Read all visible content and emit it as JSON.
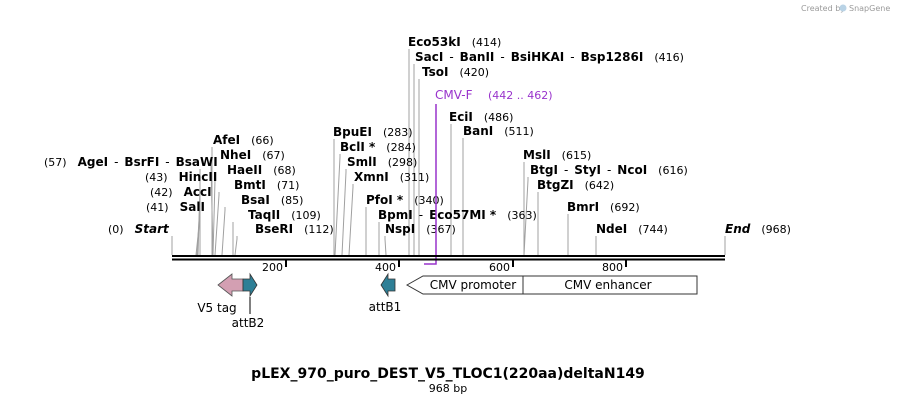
{
  "title": "pLEX_970_puro_DEST_V5_TLOC1(220aa)deltaN149",
  "length_label": "968 bp",
  "credit": "Created by",
  "credit_brand": "SnapGene",
  "colors": {
    "backbone": "#000000",
    "primer": "#9933cc",
    "v5_tag": "#d39fb2",
    "att": "#2e7f96",
    "leader": "#a0a0a0"
  },
  "ticks": [
    "200",
    "400",
    "600",
    "800"
  ],
  "enzyme_rows": [
    [
      {
        "name": "Eco53kI",
        "pos": "(414)"
      }
    ],
    [
      {
        "name": "SacI",
        "sep": ""
      },
      {
        "name": "BanII",
        "sep": "-"
      },
      {
        "name": "BsiHKAI",
        "sep": "-"
      },
      {
        "name": "Bsp1286I",
        "sep": "-",
        "pos": "(416)"
      }
    ],
    [
      {
        "name": "TsoI",
        "pos": "(420)"
      }
    ],
    [
      {
        "name": "EciI",
        "pos": "(486)"
      }
    ],
    [
      {
        "name": "BanI",
        "pos": "(511)"
      }
    ],
    [
      {
        "name": "AfeI",
        "pos": "(66)"
      }
    ],
    [
      {
        "name": "BpuEI",
        "pos": "(283)"
      }
    ],
    [
      {
        "name": "NheI",
        "pos": "(67)"
      }
    ],
    [
      {
        "name": "BclI *",
        "pos": "(284)"
      }
    ],
    [
      {
        "name": "MslI",
        "pos": "(615)"
      }
    ],
    [
      {
        "pre": "(57)",
        "name": "AgeI"
      },
      {
        "name": "BsrFI",
        "sep": "-"
      },
      {
        "name": "BsaWI",
        "sep": "-"
      }
    ],
    [
      {
        "name": "SmlI",
        "pos": "(298)"
      }
    ],
    [
      {
        "name": "HaeII",
        "pos": "(68)"
      }
    ],
    [
      {
        "name": "BtgI",
        "pos": ""
      },
      {
        "name": "StyI",
        "sep": "-"
      },
      {
        "name": "NcoI",
        "sep": "-",
        "pos": "(616)"
      }
    ],
    [
      {
        "pre": "(43)",
        "name": "HincII"
      }
    ],
    [
      {
        "name": "XmnI",
        "pos": "(311)"
      }
    ],
    [
      {
        "name": "BmtI",
        "pos": "(71)"
      }
    ],
    [
      {
        "name": "BtgZI",
        "pos": "(642)"
      }
    ],
    [
      {
        "pre": "(42)",
        "name": "AccI"
      }
    ],
    [
      {
        "name": "BsaI",
        "pos": "(85)"
      }
    ],
    [
      {
        "name": "PfoI *",
        "pos": "(340)"
      }
    ],
    [
      {
        "pre": "(41)",
        "name": "SalI"
      }
    ],
    [
      {
        "name": "TaqII",
        "pos": "(109)"
      }
    ],
    [
      {
        "name": "BpmI",
        "pos": ""
      },
      {
        "name": "Eco57MI *",
        "sep": "-",
        "pos": "(363)"
      }
    ],
    [
      {
        "name": "BmrI",
        "pos": "(692)"
      }
    ],
    [
      {
        "pre": "(0)",
        "name": "Start"
      }
    ],
    [
      {
        "name": "BseRI",
        "pos": "(112)"
      }
    ],
    [
      {
        "name": "NspI",
        "pos": "(367)"
      }
    ],
    [
      {
        "name": "NdeI",
        "pos": "(744)"
      }
    ],
    [
      {
        "name": "End",
        "pos": "(968)"
      }
    ]
  ],
  "primer": {
    "name": "CMV-F",
    "range": "(442 .. 462)"
  },
  "features": [
    {
      "name": "V5 tag"
    },
    {
      "name": "attB2"
    },
    {
      "name": "attB1"
    },
    {
      "name": "CMV promoter"
    },
    {
      "name": "CMV enhancer"
    }
  ]
}
